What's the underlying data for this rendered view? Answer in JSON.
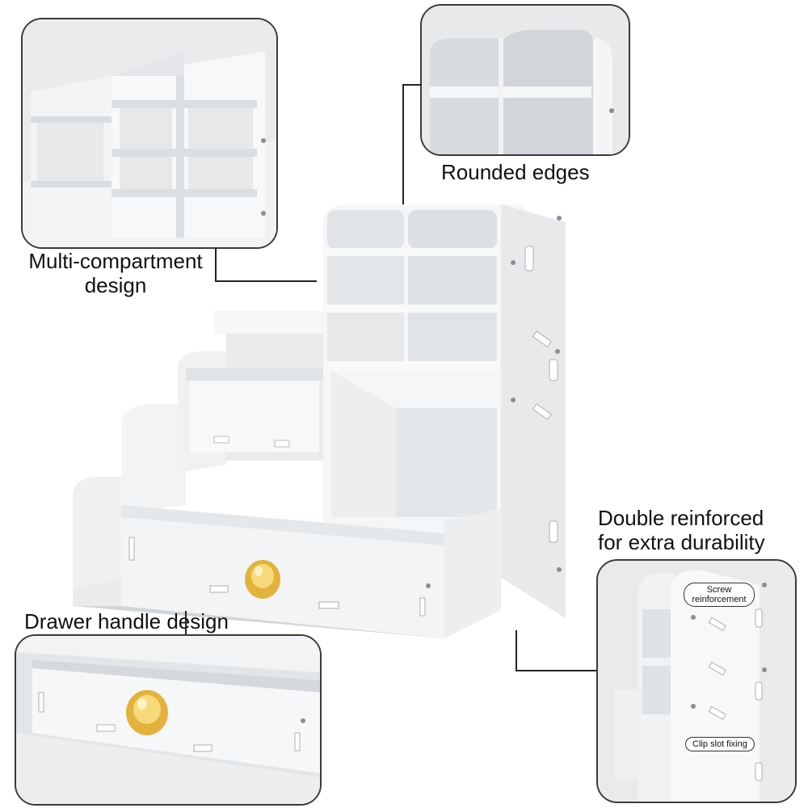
{
  "callouts": {
    "top_left": "Multi-compartment design",
    "top_right": "Rounded edges",
    "bottom_left": "Drawer handle design",
    "bottom_right_line1": "Double reinforced",
    "bottom_right_line2": "for extra durability"
  },
  "annotations": {
    "screw": "Screw reinforcement",
    "clip": "Clip slot fixing"
  },
  "colors": {
    "panel_white": "#f4f5f6",
    "shadow_grey": "#d7dadd",
    "knob_gold": "#e2b23c",
    "outline": "#3a3a3a"
  }
}
